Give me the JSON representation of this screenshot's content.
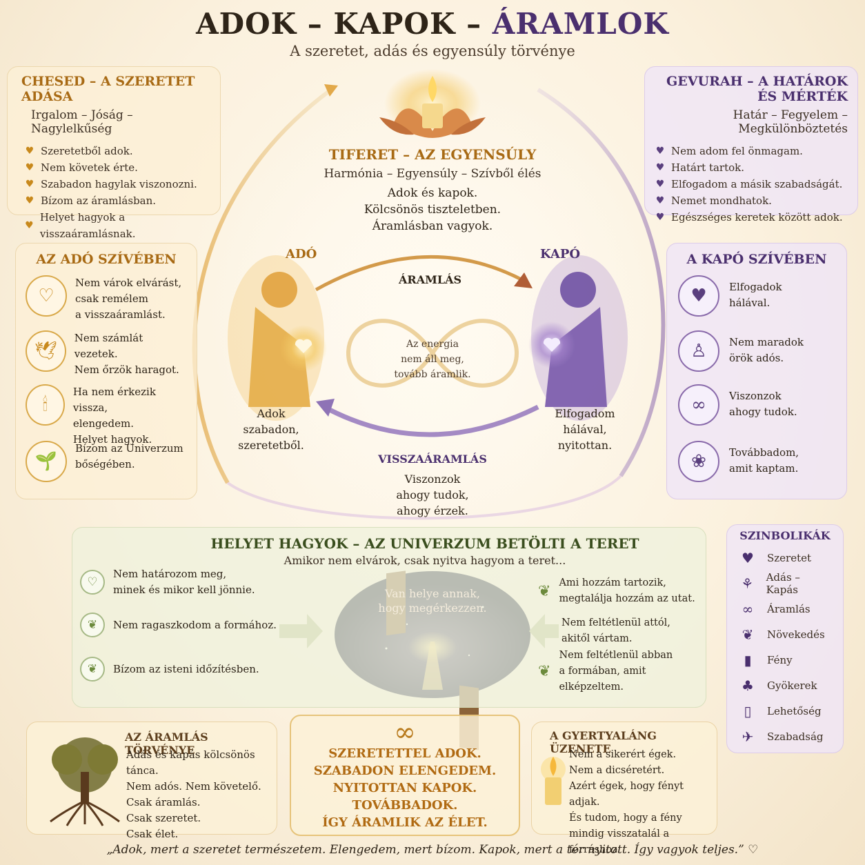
{
  "title": {
    "part1": "ADOK – KAPOK – ",
    "part2": "ÁRAMLOK",
    "subtitle": "A szeretet, adás és egyensúly törvénye"
  },
  "chesed": {
    "heading": "CHESED – A SZERETET ADÁSA",
    "sub": "Irgalom – Jóság – Nagylelkűség",
    "items": [
      "Szeretetből adok.",
      "Nem követek érte.",
      "Szabadon hagylak viszonozni.",
      "Bízom az áramlásban.",
      "Helyet hagyok a visszaáramlásnak."
    ]
  },
  "gevurah": {
    "heading": "GEVURAH – A HATÁROK ÉS MÉRTÉK",
    "sub": "Határ – Fegyelem – Megkülönböztetés",
    "items": [
      "Nem adom fel önmagam.",
      "Határt tartok.",
      "Elfogadom a másik szabadságát.",
      "Nemet mondhatok.",
      "Egészséges keretek között adok."
    ]
  },
  "tiferet": {
    "heading": "TIFERET – AZ EGYENSÚLY",
    "sub": "Harmónia – Egyensúly – Szívből élés",
    "lines": [
      "Adok és kapok.",
      "Kölcsönös tiszteletben.",
      "Áramlásban vagyok."
    ]
  },
  "flow": {
    "giver_label": "ADÓ",
    "receiver_label": "KAPÓ",
    "flow_label": "ÁRAMLÁS",
    "return_label": "VISSZAÁRAMLÁS",
    "infinity_lines": [
      "Az energia",
      "nem áll meg,",
      "tovább áramlik."
    ],
    "giver_text": [
      "Adok",
      "szabadon,",
      "szeretetből."
    ],
    "receiver_text": [
      "Elfogadom",
      "hálával,",
      "nyitottan."
    ],
    "return_text": [
      "Viszonzok",
      "ahogy tudok,",
      "ahogy érzek."
    ]
  },
  "giver_heart": {
    "heading": "AZ ADÓ SZÍVÉBEN",
    "items": [
      {
        "icon": "heart-icon",
        "glyph": "♡",
        "lines": [
          "Nem várok elvárást,",
          "csak remélem",
          "a visszaáramlást."
        ]
      },
      {
        "icon": "bird-hand-icon",
        "glyph": "🕊",
        "lines": [
          "Nem számlát vezetek.",
          "Nem őrzök haragot."
        ]
      },
      {
        "icon": "candle-icon",
        "glyph": "🕯",
        "lines": [
          "Ha nem érkezik vissza,",
          "elengedem.",
          "Helyet hagyok."
        ]
      },
      {
        "icon": "sprout-icon",
        "glyph": "🌱",
        "lines": [
          "Bízom az Univerzum",
          "bőségében."
        ]
      }
    ]
  },
  "receiver_heart": {
    "heading": "A KAPÓ SZÍVÉBEN",
    "items": [
      {
        "icon": "heart-icon",
        "glyph": "♥",
        "lines": [
          "Elfogadok",
          "hálával."
        ]
      },
      {
        "icon": "person-icon",
        "glyph": "♙",
        "lines": [
          "Nem maradok",
          "örök adós."
        ]
      },
      {
        "icon": "infinity-icon",
        "glyph": "∞",
        "lines": [
          "Viszonzok",
          "ahogy tudok."
        ]
      },
      {
        "icon": "lotus-icon",
        "glyph": "❀",
        "lines": [
          "Továbbadom,",
          "amit kaptam."
        ]
      }
    ]
  },
  "space": {
    "heading": "HELYET HAGYOK – AZ UNIVERZUM BETÖLTI A TERET",
    "sub": "Amikor nem elvárok, csak nyitva hagyom a teret...",
    "left": [
      {
        "lines": [
          "Nem határozom meg,",
          "minek és mikor kell jönnie."
        ]
      },
      {
        "lines": [
          "Nem ragaszkodom a formához."
        ]
      },
      {
        "lines": [
          "Bízom az isteni időzítésben."
        ]
      }
    ],
    "right": [
      {
        "lines": [
          "Ami hozzám tartozik,",
          "megtalálja hozzám az utat."
        ]
      },
      {
        "lines": [
          "Nem feltétlenül attól,",
          "akitől vártam."
        ]
      },
      {
        "lines": [
          "Nem feltétlenül abban",
          "a formában, amit elképzeltem."
        ]
      }
    ],
    "portal_lines": [
      "Van helye annak,",
      "hogy megérkezzen."
    ]
  },
  "symbols": {
    "heading": "SZINBOLIKÁK",
    "items": [
      {
        "icon": "heart-icon",
        "glyph": "♥",
        "label": "Szeretet"
      },
      {
        "icon": "hands-icon",
        "glyph": "⚘",
        "label": "Adás – Kapás"
      },
      {
        "icon": "infinity-icon",
        "glyph": "∞",
        "label": "Áramlás"
      },
      {
        "icon": "leaf-icon",
        "glyph": "❦",
        "label": "Növekedés"
      },
      {
        "icon": "candle-icon",
        "glyph": "▮",
        "label": "Fény"
      },
      {
        "icon": "tree-icon",
        "glyph": "♣",
        "label": "Gyökerek"
      },
      {
        "icon": "door-icon",
        "glyph": "▯",
        "label": "Lehetőség"
      },
      {
        "icon": "dove-icon",
        "glyph": "✈",
        "label": "Szabadság"
      }
    ]
  },
  "law": {
    "heading": "AZ ÁRAMLÁS TÖRVÉNYE",
    "lines": [
      "Adás és kapás kölcsönös tánca.",
      "Nem adós. Nem követelő.",
      "Csak áramlás.",
      "Csak szeretet.",
      "Csak élet."
    ]
  },
  "mantra": {
    "lines": [
      "SZERETETTEL ADOK.",
      "SZABADON ELENGEDEM.",
      "NYITOTTAN KAPOK.",
      "TOVÁBBADOK.",
      "ÍGY ÁRAMLIK AZ ÉLET."
    ]
  },
  "candle": {
    "heading": "A GYERTYALÁNG ÜZENETE",
    "lines": [
      "Nem a sikerért égek.",
      "Nem a dicséretért.",
      "Azért égek, hogy fényt adjak.",
      "És tudom, hogy a fény",
      "mindig visszatalál a forráshoz."
    ]
  },
  "quote": "„Adok, mert a szeretet természetem. Elengedem, mert bízom. Kapok, mert a tér nyitott.   Így vagyok teljes.” ♡",
  "colors": {
    "gold": "#c8891c",
    "purple": "#4a2f6e",
    "green": "#6c8a3c"
  }
}
